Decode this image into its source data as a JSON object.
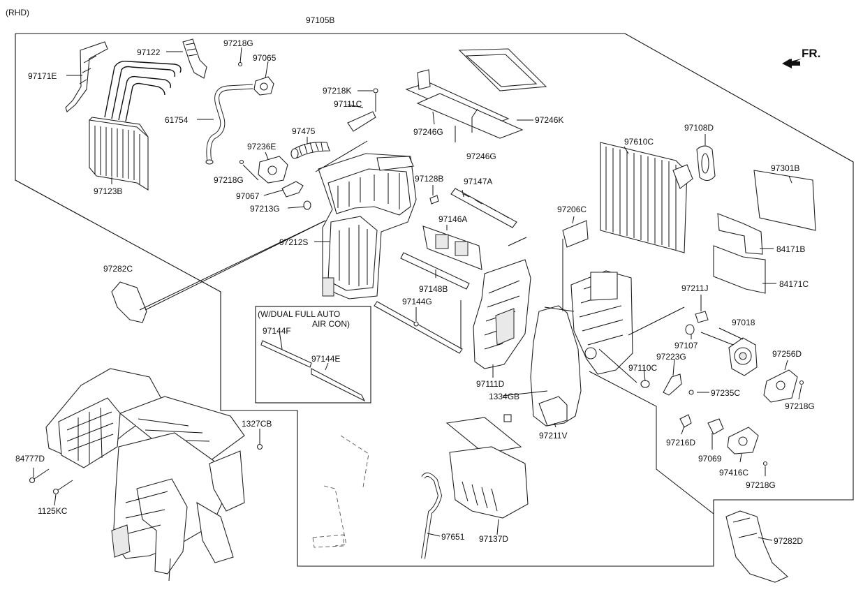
{
  "header": {
    "rhd": "(RHD)",
    "assembly": "97105B",
    "direction": "FR."
  },
  "inset": {
    "title_line1": "(W/DUAL FULL AUTO",
    "title_line2": "AIR CON)"
  },
  "labels": [
    {
      "id": "97171E",
      "text": "97171E"
    },
    {
      "id": "97122",
      "text": "97122"
    },
    {
      "id": "97218G_a",
      "text": "97218G"
    },
    {
      "id": "97065",
      "text": "97065"
    },
    {
      "id": "61754",
      "text": "61754"
    },
    {
      "id": "97123B",
      "text": "97123B"
    },
    {
      "id": "97475",
      "text": "97475"
    },
    {
      "id": "97236E",
      "text": "97236E"
    },
    {
      "id": "97218G_b",
      "text": "97218G"
    },
    {
      "id": "97067",
      "text": "97067"
    },
    {
      "id": "97213G",
      "text": "97213G"
    },
    {
      "id": "97212S",
      "text": "97212S"
    },
    {
      "id": "97282C",
      "text": "97282C"
    },
    {
      "id": "97218K",
      "text": "97218K"
    },
    {
      "id": "97111C",
      "text": "97111C"
    },
    {
      "id": "97246G_a",
      "text": "97246G"
    },
    {
      "id": "97246K",
      "text": "97246K"
    },
    {
      "id": "97246G_b",
      "text": "97246G"
    },
    {
      "id": "97128B",
      "text": "97128B"
    },
    {
      "id": "97147A",
      "text": "97147A"
    },
    {
      "id": "97146A",
      "text": "97146A"
    },
    {
      "id": "97148B",
      "text": "97148B"
    },
    {
      "id": "97144G",
      "text": "97144G"
    },
    {
      "id": "97144F",
      "text": "97144F"
    },
    {
      "id": "97144E",
      "text": "97144E"
    },
    {
      "id": "97111D",
      "text": "97111D"
    },
    {
      "id": "1334GB",
      "text": "1334GB"
    },
    {
      "id": "97211V",
      "text": "97211V"
    },
    {
      "id": "97206C",
      "text": "97206C"
    },
    {
      "id": "97610C",
      "text": "97610C"
    },
    {
      "id": "97108D",
      "text": "97108D"
    },
    {
      "id": "97301B",
      "text": "97301B"
    },
    {
      "id": "84171B",
      "text": "84171B"
    },
    {
      "id": "84171C",
      "text": "84171C"
    },
    {
      "id": "97211J",
      "text": "97211J"
    },
    {
      "id": "97018",
      "text": "97018"
    },
    {
      "id": "97107",
      "text": "97107"
    },
    {
      "id": "97223G",
      "text": "97223G"
    },
    {
      "id": "97110C",
      "text": "97110C"
    },
    {
      "id": "97235C",
      "text": "97235C"
    },
    {
      "id": "97256D",
      "text": "97256D"
    },
    {
      "id": "97218G_c",
      "text": "97218G"
    },
    {
      "id": "97216D",
      "text": "97216D"
    },
    {
      "id": "97069",
      "text": "97069"
    },
    {
      "id": "97416C",
      "text": "97416C"
    },
    {
      "id": "97218G_d",
      "text": "97218G"
    },
    {
      "id": "97282D",
      "text": "97282D"
    },
    {
      "id": "97651",
      "text": "97651"
    },
    {
      "id": "97137D",
      "text": "97137D"
    },
    {
      "id": "1327CB",
      "text": "1327CB"
    },
    {
      "id": "84777D",
      "text": "84777D"
    },
    {
      "id": "1125KC",
      "text": "1125KC"
    }
  ]
}
